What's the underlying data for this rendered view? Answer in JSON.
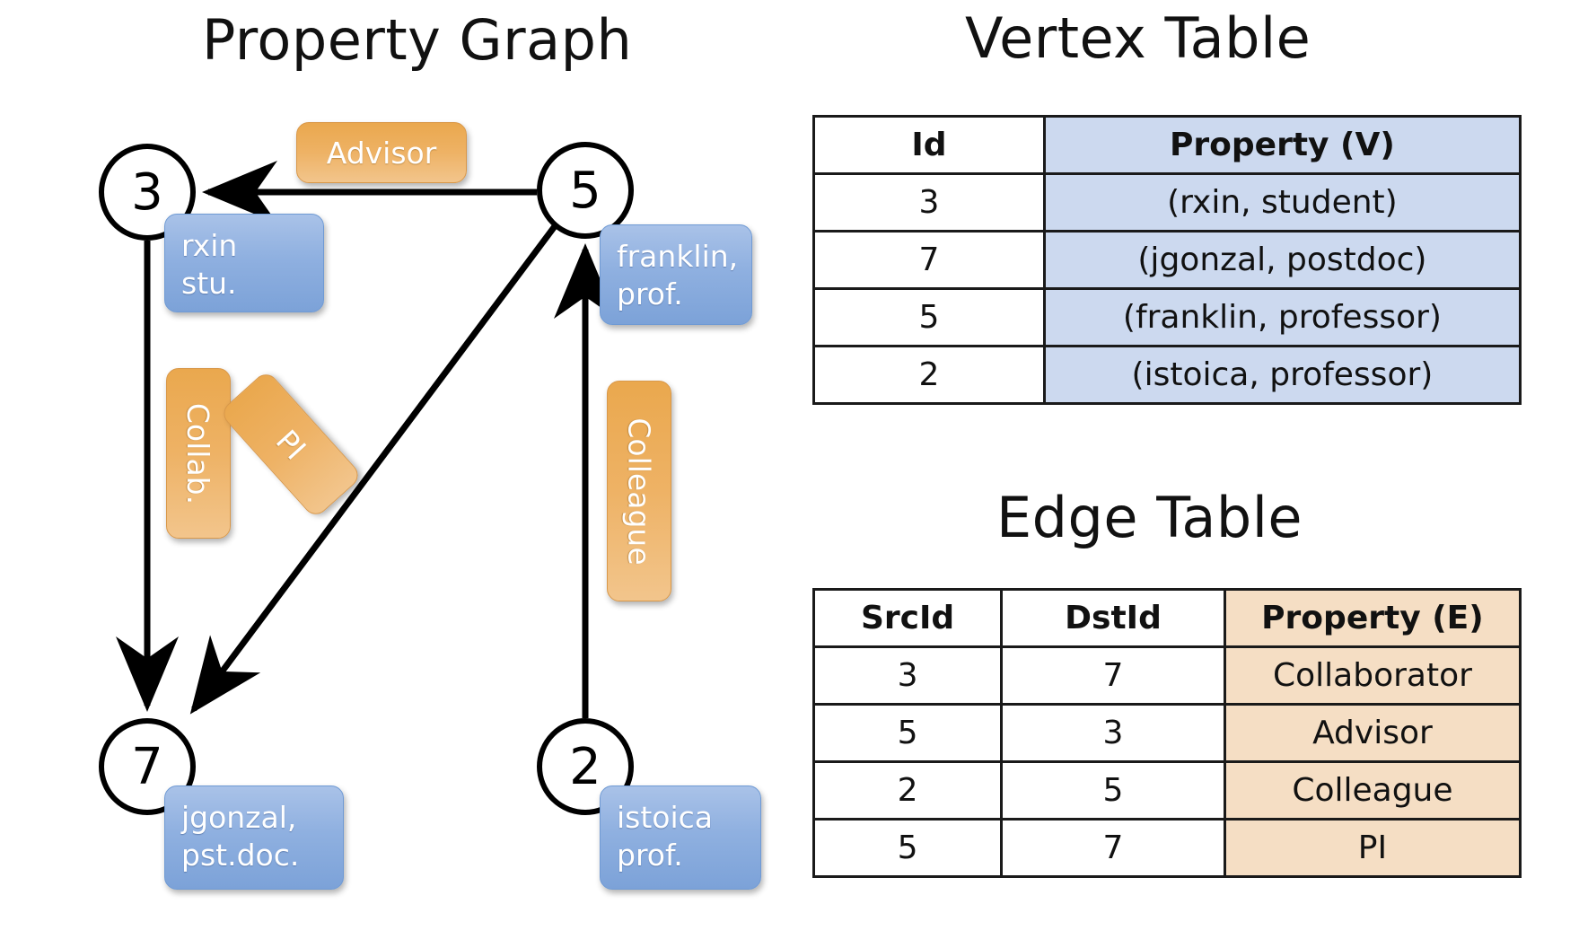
{
  "titles": {
    "graph": "Property Graph",
    "vertex_table": "Vertex Table",
    "edge_table": "Edge Table"
  },
  "graph": {
    "nodes": [
      {
        "id": "3",
        "label_line1": "rxin",
        "label_line2": "stu."
      },
      {
        "id": "5",
        "label_line1": "franklin,",
        "label_line2": "prof."
      },
      {
        "id": "7",
        "label_line1": "jgonzal,",
        "label_line2": "pst.doc."
      },
      {
        "id": "2",
        "label_line1": "istoica",
        "label_line2": "prof."
      }
    ],
    "edge_labels": [
      {
        "name": "advisor",
        "text": "Advisor"
      },
      {
        "name": "collab",
        "text": "Collab."
      },
      {
        "name": "pi",
        "text": "PI"
      },
      {
        "name": "colleague",
        "text": "Colleague"
      }
    ],
    "edges": [
      {
        "from": "5",
        "to": "3",
        "label": "Advisor"
      },
      {
        "from": "3",
        "to": "7",
        "label": "Collab."
      },
      {
        "from": "5",
        "to": "7",
        "label": "PI"
      },
      {
        "from": "2",
        "to": "5",
        "label": "Colleague"
      }
    ]
  },
  "vertex_table": {
    "headers": [
      "Id",
      "Property (V)"
    ],
    "rows": [
      [
        "3",
        "(rxin, student)"
      ],
      [
        "7",
        "(jgonzal, postdoc)"
      ],
      [
        "5",
        "(franklin, professor)"
      ],
      [
        "2",
        "(istoica, professor)"
      ]
    ]
  },
  "edge_table": {
    "headers": [
      "SrcId",
      "DstId",
      "Property (E)"
    ],
    "rows": [
      [
        "3",
        "7",
        "Collaborator"
      ],
      [
        "5",
        "3",
        "Advisor"
      ],
      [
        "2",
        "5",
        "Colleague"
      ],
      [
        "5",
        "7",
        "PI"
      ]
    ]
  },
  "colors": {
    "vertex_property_fill": "#ccd9ef",
    "edge_property_fill": "#f5dec4",
    "node_label_fill": "#8fb0e0",
    "edge_label_fill": "#eeb265",
    "border": "#1a1a1a"
  }
}
